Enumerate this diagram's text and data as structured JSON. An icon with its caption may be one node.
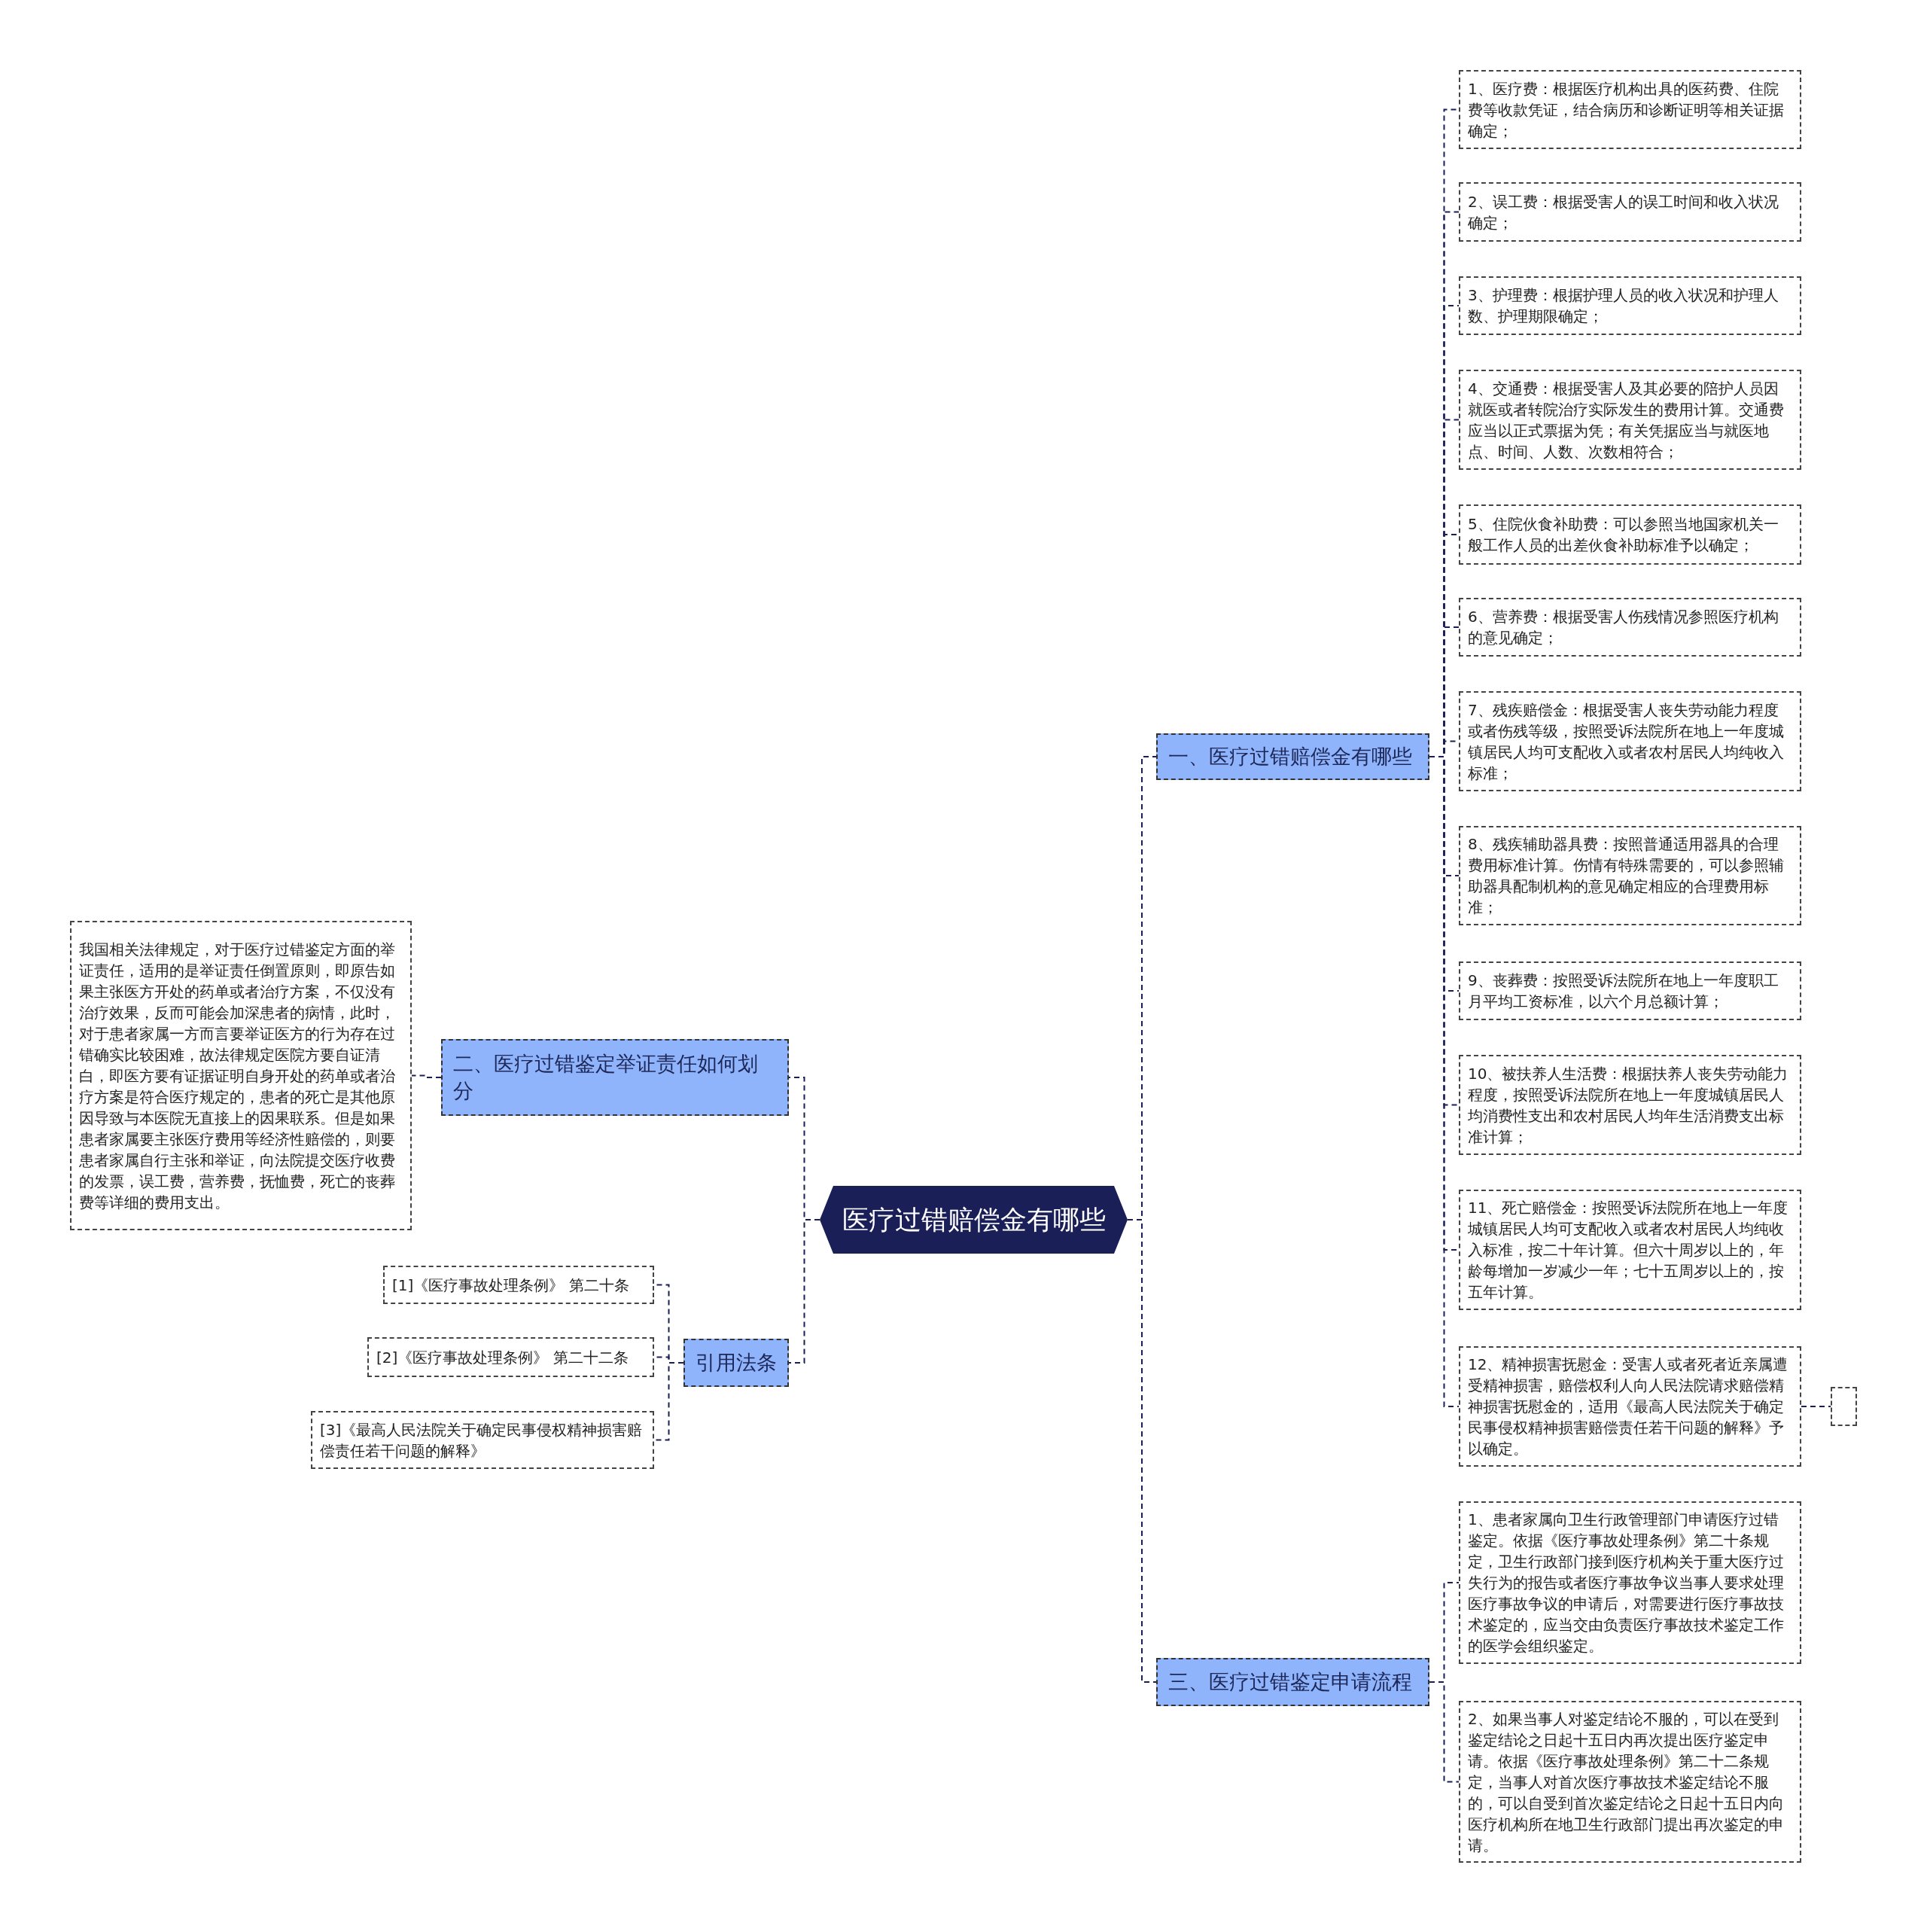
{
  "diagram": {
    "nodes": [
      {
        "text": [
          "医疗过错赔偿金有哪些"
        ]
      },
      {
        "text": [
          "一、医疗过错赔偿金有哪些"
        ]
      },
      {
        "text": [
          "1、医疗费：根据医疗机构出具的医药费、住院费等收款凭证，结合病历和诊断证明等相关证据确定；"
        ]
      },
      {
        "text": [
          "2、误工费：根据受害人的误工时间和收入状况确定；"
        ]
      },
      {
        "text": [
          "3、护理费：根据护理人员的收入状况和护理人数、护理期限确定；"
        ]
      },
      {
        "text": [
          "4、交通费：根据受害人及其必要的陪护人员因就医或者转院治疗实际发生的费用计算。交通费应当以正式票据为凭；有关凭据应当与就医地点、时间、人数、次数相符合；"
        ]
      },
      {
        "text": [
          "5、住院伙食补助费：可以参照当地国家机关一般工作人员的出差伙食补助标准予以确定；"
        ]
      },
      {
        "text": [
          "6、营养费：根据受害人伤残情况参照医疗机构的意见确定；"
        ]
      },
      {
        "text": [
          "7、残疾赔偿金：根据受害人丧失劳动能力程度或者伤残等级，按照受诉法院所在地上一年度城镇居民人均可支配收入或者农村居民人均纯收入标准；"
        ]
      },
      {
        "text": [
          "8、残疾辅助器具费：按照普通适用器具的合理费用标准计算。伤情有特殊需要的，可以参照辅助器具配制机构的意见确定相应的合理费用标准；"
        ]
      },
      {
        "text": [
          "9、丧葬费：按照受诉法院所在地上一年度职工月平均工资标准，以六个月总额计算；"
        ]
      },
      {
        "text": [
          "10、被扶养人生活费：根据扶养人丧失劳动能力程度，按照受诉法院所在地上一年度城镇居民人均消费性支出和农村居民人均年生活消费支出标准计算；"
        ]
      },
      {
        "text": [
          "11、死亡赔偿金：按照受诉法院所在地上一年度城镇居民人均可支配收入或者农村居民人均纯收入标准，按二十年计算。但六十周岁以上的，年龄每增加一岁减少一年；七十五周岁以上的，按五年计算。"
        ]
      },
      {
        "text": [
          "12、精神损害抚慰金：受害人或者死者近亲属遭受精神损害，赔偿权利人向人民法院请求赔偿精神损害抚慰金的，适用《最高人民法院关于确定民事侵权精神损害赔偿责任若干问题的解释》予以确定。"
        ]
      },
      {
        "text": [],
        "shape": "box"
      },
      {
        "text": [
          "三、医疗过错鉴定申请流程"
        ]
      },
      {
        "text": [
          "1、患者家属向卫生行政管理部门申请医疗过错鉴定。依据《医疗事故处理条例》第二十条规定，卫生行政部门接到医疗机构关于重大医疗过失行为的报告或者医疗事故争议当事人要求处理医疗事故争议的申请后，对需要进行医疗事故技术鉴定的，应当交由负责医疗事故技术鉴定工作的医学会组织鉴定。"
        ]
      },
      {
        "text": [
          "2、如果当事人对鉴定结论不服的，可以在受到鉴定结论之日起十五日内再次提出医疗鉴定申请。依据《医疗事故处理条例》第二十二条规定，当事人对首次医疗事故技术鉴定结论不服的，可以自受到首次鉴定结论之日起十五日内向医疗机构所在地卫生行政部门提出再次鉴定的申请。"
        ]
      },
      {
        "text": [
          "二、医疗过错鉴定举证责任如何划分"
        ]
      },
      {
        "text": [
          "我国相关法律规定，对于医疗过错鉴定方面的举证责任，适用的是举证责任倒置原则，即原告如果主张医方开处的药单或者治疗方案，不仅没有治疗效果，反而可能会加深患者的病情，此时，对于患者家属一方而言要举证医方的行为存在过错确实比较困难，故法律规定医院方要自证清白，即医方要有证据证明自身开处的药单或者治疗方案是符合医疗规定的，患者的死亡是其他原因导致与本医院无直接上的因果联系。但是如果患者家属要主张医疗费用等经济性赔偿的，则要患者家属自行主张和举证，向法院提交医疗收费的发票，误工费，营养费，抚恤费，死亡的丧葬费等详细的费用支出。"
        ]
      },
      {
        "text": [
          "引用法条"
        ]
      },
      {
        "text": [
          "[1]《医疗事故处理条例》 第二十条"
        ]
      },
      {
        "text": [
          "[2]《医疗事故处理条例》 第二十二条"
        ]
      },
      {
        "text": [
          "[3]《最高人民法院关于确定民事侵权精神损害赔偿责任若干问题的解释》"
        ]
      }
    ],
    "edges": [
      {
        "from": 0,
        "to": 1,
        "arrow": "none"
      },
      {
        "from": 1,
        "to": 2,
        "arrow": "none"
      },
      {
        "from": 1,
        "to": 3,
        "arrow": "none"
      },
      {
        "from": 1,
        "to": 4,
        "arrow": "none"
      },
      {
        "from": 1,
        "to": 5,
        "arrow": "none"
      },
      {
        "from": 1,
        "to": 6,
        "arrow": "none"
      },
      {
        "from": 1,
        "to": 7,
        "arrow": "none"
      },
      {
        "from": 1,
        "to": 8,
        "arrow": "none"
      },
      {
        "from": 1,
        "to": 9,
        "arrow": "none"
      },
      {
        "from": 1,
        "to": 10,
        "arrow": "none"
      },
      {
        "from": 1,
        "to": 11,
        "arrow": "none"
      },
      {
        "from": 1,
        "to": 12,
        "arrow": "none"
      },
      {
        "from": 1,
        "to": 13,
        "arrow": "none"
      },
      {
        "from": 13,
        "to": 14,
        "arrow": "none"
      },
      {
        "from": 0,
        "to": 15,
        "arrow": "none"
      },
      {
        "from": 15,
        "to": 16,
        "arrow": "none"
      },
      {
        "from": 15,
        "to": 17,
        "arrow": "none"
      },
      {
        "from": 0,
        "to": 18,
        "arrow": "none"
      },
      {
        "from": 18,
        "to": 19,
        "arrow": "none"
      },
      {
        "from": 0,
        "to": 20,
        "arrow": "none"
      },
      {
        "from": 20,
        "to": 21,
        "arrow": "none"
      },
      {
        "from": 20,
        "to": 22,
        "arrow": "none"
      },
      {
        "from": 20,
        "to": 23,
        "arrow": "none"
      }
    ]
  }
}
